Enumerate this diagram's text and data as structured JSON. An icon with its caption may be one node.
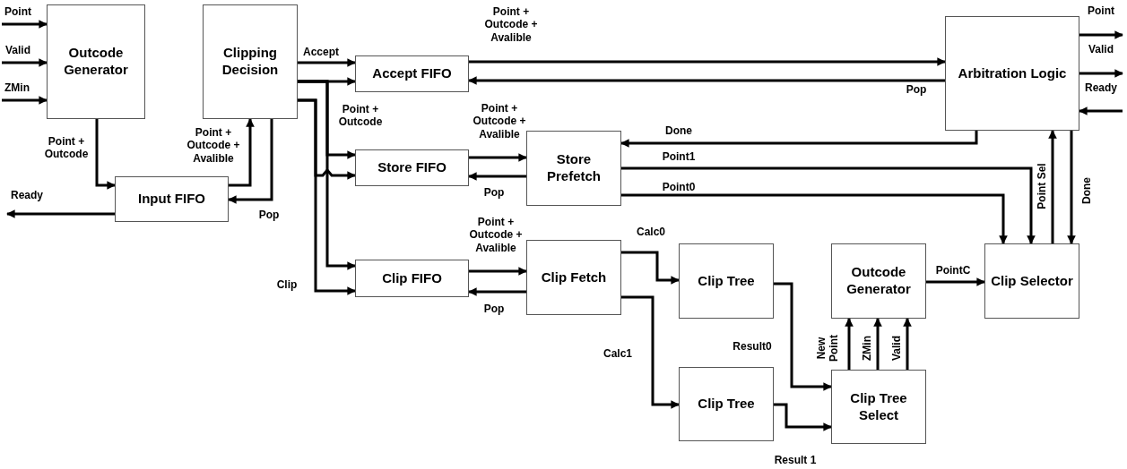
{
  "diagram": {
    "nodes": [
      {
        "text": [
          "Outcode Generator"
        ]
      },
      {
        "text": [
          "Clipping Decision"
        ]
      },
      {
        "text": [
          "Input FIFO"
        ]
      },
      {
        "text": [
          "Accept FIFO"
        ]
      },
      {
        "text": [
          "Store FIFO"
        ]
      },
      {
        "text": [
          "Store Prefetch"
        ]
      },
      {
        "text": [
          "Clip FIFO"
        ]
      },
      {
        "text": [
          "Clip Fetch"
        ]
      },
      {
        "text": [
          "Clip Tree"
        ]
      },
      {
        "text": [
          "Clip Tree"
        ]
      },
      {
        "text": [
          "Outcode Generator"
        ]
      },
      {
        "text": [
          "Clip Tree Select"
        ]
      },
      {
        "text": [
          "Clip Selector"
        ]
      },
      {
        "text": [
          "Arbitration Logic"
        ]
      }
    ],
    "edges": [
      {
        "from": null,
        "to": 0,
        "arrow": "to",
        "label": "Point"
      },
      {
        "from": null,
        "to": 0,
        "arrow": "to",
        "label": "Valid"
      },
      {
        "from": null,
        "to": 0,
        "arrow": "to",
        "label": "ZMin"
      },
      {
        "from": 0,
        "to": 2,
        "arrow": "to",
        "label": "Point + Outcode"
      },
      {
        "from": 2,
        "to": 1,
        "arrow": "to",
        "label": "Point + Outcode + Avalible"
      },
      {
        "from": 1,
        "to": 2,
        "arrow": "to",
        "label": "Pop"
      },
      {
        "from": 2,
        "to": null,
        "arrow": "to",
        "label": "Ready"
      },
      {
        "from": 1,
        "to": 3,
        "arrow": "to",
        "label": "Accept"
      },
      {
        "from": 1,
        "to": 3,
        "arrow": "to"
      },
      {
        "from": 1,
        "to": 4,
        "arrow": "to",
        "label": "Point + Outcode"
      },
      {
        "from": 1,
        "to": 6,
        "arrow": "to"
      },
      {
        "from": 1,
        "to": 4,
        "arrow": "to"
      },
      {
        "from": 1,
        "to": 6,
        "arrow": "to",
        "label": "Clip"
      },
      {
        "from": 3,
        "to": 13,
        "arrow": "to",
        "label": "Point + Outcode + Avalible"
      },
      {
        "from": 13,
        "to": 3,
        "arrow": "to",
        "label": "Pop"
      },
      {
        "from": 4,
        "to": 5,
        "arrow": "to",
        "label": "Point + Outcode + Avalible"
      },
      {
        "from": 5,
        "to": 4,
        "arrow": "to",
        "label": "Pop"
      },
      {
        "from": 6,
        "to": 7,
        "arrow": "to",
        "label": "Point + Outcode + Avalible"
      },
      {
        "from": 7,
        "to": 6,
        "arrow": "to",
        "label": "Pop"
      },
      {
        "from": 13,
        "to": 5,
        "arrow": "to",
        "label": "Done"
      },
      {
        "from": 5,
        "to": 12,
        "arrow": "to",
        "label": "Point1"
      },
      {
        "from": 5,
        "to": 12,
        "arrow": "to",
        "label": "Point0"
      },
      {
        "from": 12,
        "to": 13,
        "arrow": "to",
        "label": "Point Sel"
      },
      {
        "from": 13,
        "to": 12,
        "arrow": "to",
        "label": "Done"
      },
      {
        "from": 7,
        "to": 8,
        "arrow": "to",
        "label": "Calc0"
      },
      {
        "from": 7,
        "to": 9,
        "arrow": "to",
        "label": "Calc1"
      },
      {
        "from": 8,
        "to": 11,
        "arrow": "to",
        "label": "Result0"
      },
      {
        "from": 9,
        "to": 11,
        "arrow": "to",
        "label": "Result 1"
      },
      {
        "from": 11,
        "to": 10,
        "arrow": "to",
        "label": "New Point"
      },
      {
        "from": 11,
        "to": 10,
        "arrow": "to",
        "label": "ZMin"
      },
      {
        "from": 11,
        "to": 10,
        "arrow": "to",
        "label": "Valid"
      },
      {
        "from": 10,
        "to": 12,
        "arrow": "to",
        "label": "PointC"
      },
      {
        "from": 13,
        "to": null,
        "arrow": "to",
        "label": "Point"
      },
      {
        "from": 13,
        "to": null,
        "arrow": "to",
        "label": "Valid"
      },
      {
        "from": null,
        "to": 13,
        "arrow": "to",
        "label": "Ready"
      }
    ]
  }
}
